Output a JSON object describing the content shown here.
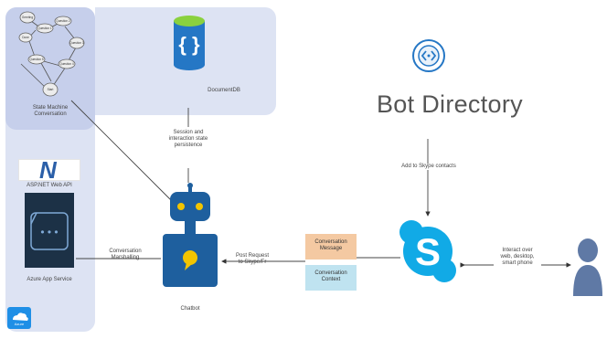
{
  "state_panel": {
    "label_line1": "State Machine",
    "label_line2": "Conversation"
  },
  "state_nodes": [
    "Greeting",
    "Question 1",
    "Question 2",
    "Question 3",
    "Question 4",
    "Question 5",
    "Done",
    "Start"
  ],
  "documentdb": {
    "label": "DocumentDB"
  },
  "session_label": [
    "Session and",
    "interaction state",
    "persistence"
  ],
  "aspnet": {
    "logo_text": "N",
    "label": "ASP.NET Web API"
  },
  "appservice": {
    "label": "Azure App Service"
  },
  "azure_badge": {
    "label": "Azure"
  },
  "marshalling_label": [
    "Conversation",
    "Marshalling"
  ],
  "chatbot": {
    "label": "Chatbot"
  },
  "post_label": [
    "Post Request",
    "to Skype/Fr"
  ],
  "conv_message": [
    "Conversation",
    "Message"
  ],
  "conv_context": [
    "Conversation",
    "Context"
  ],
  "bot_directory": {
    "title": "Bot Directory"
  },
  "add_label": "Add to Skype contacts",
  "interact_label": [
    "Interact over",
    "web, desktop,",
    "smart phone"
  ],
  "colors": {
    "panel_bg": "#dde3f3",
    "accent_blue": "#2577c5",
    "chatbot_blue": "#1e5f9e",
    "skype_blue": "#11aae6",
    "orange_box": "#f4c9a2",
    "blue_box": "#bfe3f0",
    "user_icon": "#5f79a5"
  }
}
